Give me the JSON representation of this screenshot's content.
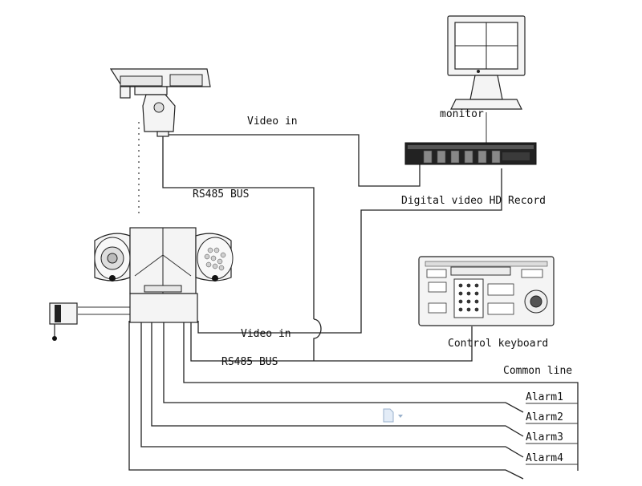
{
  "labels": {
    "video_in_top": "Video in",
    "rs485_top": "RS485 BUS",
    "monitor": "monitor",
    "dvr": "Digital video HD Record",
    "video_in_bottom": "Video in",
    "rs485_bottom": "RS485 BUS",
    "keyboard": "Control keyboard",
    "common_line": "Common line"
  },
  "alarms": [
    "Alarm1",
    "Alarm2",
    "Alarm3",
    "Alarm4"
  ],
  "icons": {
    "ptz_camera": "ptz-camera-icon",
    "box_camera": "box-camera-icon",
    "monitor": "monitor-icon",
    "dvr": "dvr-icon",
    "keyboard": "keyboard-icon",
    "motor": "motor-icon",
    "document": "document-icon"
  }
}
